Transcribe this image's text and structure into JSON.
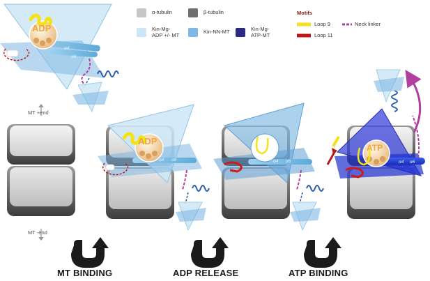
{
  "legend": {
    "alpha_tubulin": "α-tubulin",
    "beta_tubulin": "β-tubulin",
    "kin_mg_adp": "Kin-Mg-\nADP +/- MT",
    "kin_nn_mt": "Kin-NN-MT",
    "kin_mg_atp": "Kin-Mg-\nATP-MT",
    "colors": {
      "alpha_tubulin": "#c6c6c6",
      "beta_tubulin": "#6e6e6e",
      "kin_mg_adp": "#cde6f6",
      "kin_nn_mt": "#7fb8e3",
      "kin_mg_atp": "#2b2b86"
    }
  },
  "motifs": {
    "title": "Motifs",
    "loop9": "Loop 9",
    "loop11": "Loop 11",
    "neck_linker": "Neck linker",
    "colors": {
      "loop9": "#f3e21a",
      "loop11": "#c01818",
      "neck_linker": "#b0409f"
    }
  },
  "labels": {
    "adp": "ADP",
    "atp": "ATP",
    "alpha4": "α4",
    "alpha6": "α6",
    "mt_plus_end": "MT +end",
    "mt_minus_end": "MT -end"
  },
  "steps": {
    "mt_binding": "MT BINDING",
    "adp_release": "ADP RELEASE",
    "atp_binding": "ATP BINDING"
  }
}
